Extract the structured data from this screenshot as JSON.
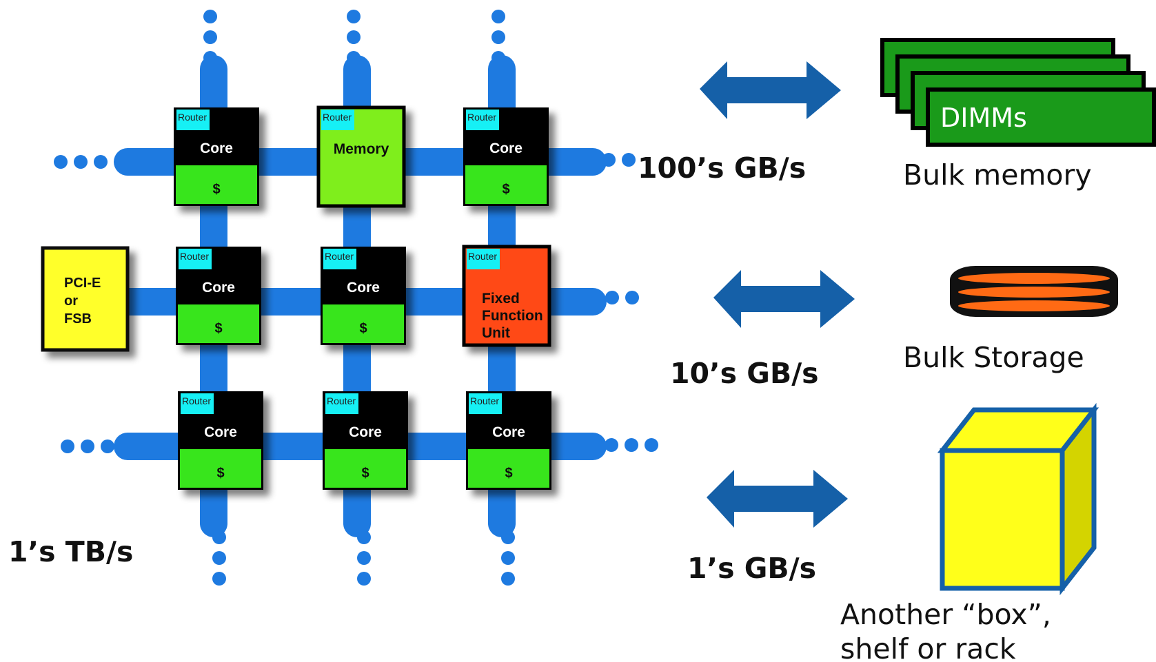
{
  "mesh": {
    "tiles": [
      {
        "kind": "core",
        "router": "Router",
        "title": "Core",
        "cache": "$"
      },
      {
        "kind": "memory",
        "router": "Router",
        "title": "Memory"
      },
      {
        "kind": "core",
        "router": "Router",
        "title": "Core",
        "cache": "$"
      },
      {
        "kind": "core",
        "router": "Router",
        "title": "Core",
        "cache": "$"
      },
      {
        "kind": "core",
        "router": "Router",
        "title": "Core",
        "cache": "$"
      },
      {
        "kind": "ffu",
        "router": "Router",
        "lines": [
          "Fixed",
          "Function",
          "Unit"
        ]
      },
      {
        "kind": "core",
        "router": "Router",
        "title": "Core",
        "cache": "$"
      },
      {
        "kind": "core",
        "router": "Router",
        "title": "Core",
        "cache": "$"
      },
      {
        "kind": "core",
        "router": "Router",
        "title": "Core",
        "cache": "$"
      }
    ],
    "pcie_lines": [
      "PCI-E",
      "or",
      "FSB"
    ],
    "mesh_bandwidth": "1’s TB/s"
  },
  "links": [
    {
      "bandwidth": "100’s GB/s",
      "target": "Bulk memory"
    },
    {
      "bandwidth": "10’s GB/s",
      "target": "Bulk Storage"
    },
    {
      "bandwidth": "1’s GB/s",
      "target_lines": [
        "Another “box”,",
        "shelf or rack"
      ]
    }
  ],
  "dimms_label": "DIMMs",
  "colors": {
    "mesh_blue": "#1e7ae0",
    "arrow_blue": "#1560a8",
    "core_green": "#39e51f",
    "memory_green": "#7fee1e",
    "router_cyan": "#19f0f5",
    "ffu_red": "#ff4a12",
    "pcie_yellow": "#ffff2a",
    "dimm_green": "#1a9a1a",
    "disk_orange": "#ff6a14",
    "box_yellow": "#ffff1a",
    "box_border": "#1560a8"
  }
}
